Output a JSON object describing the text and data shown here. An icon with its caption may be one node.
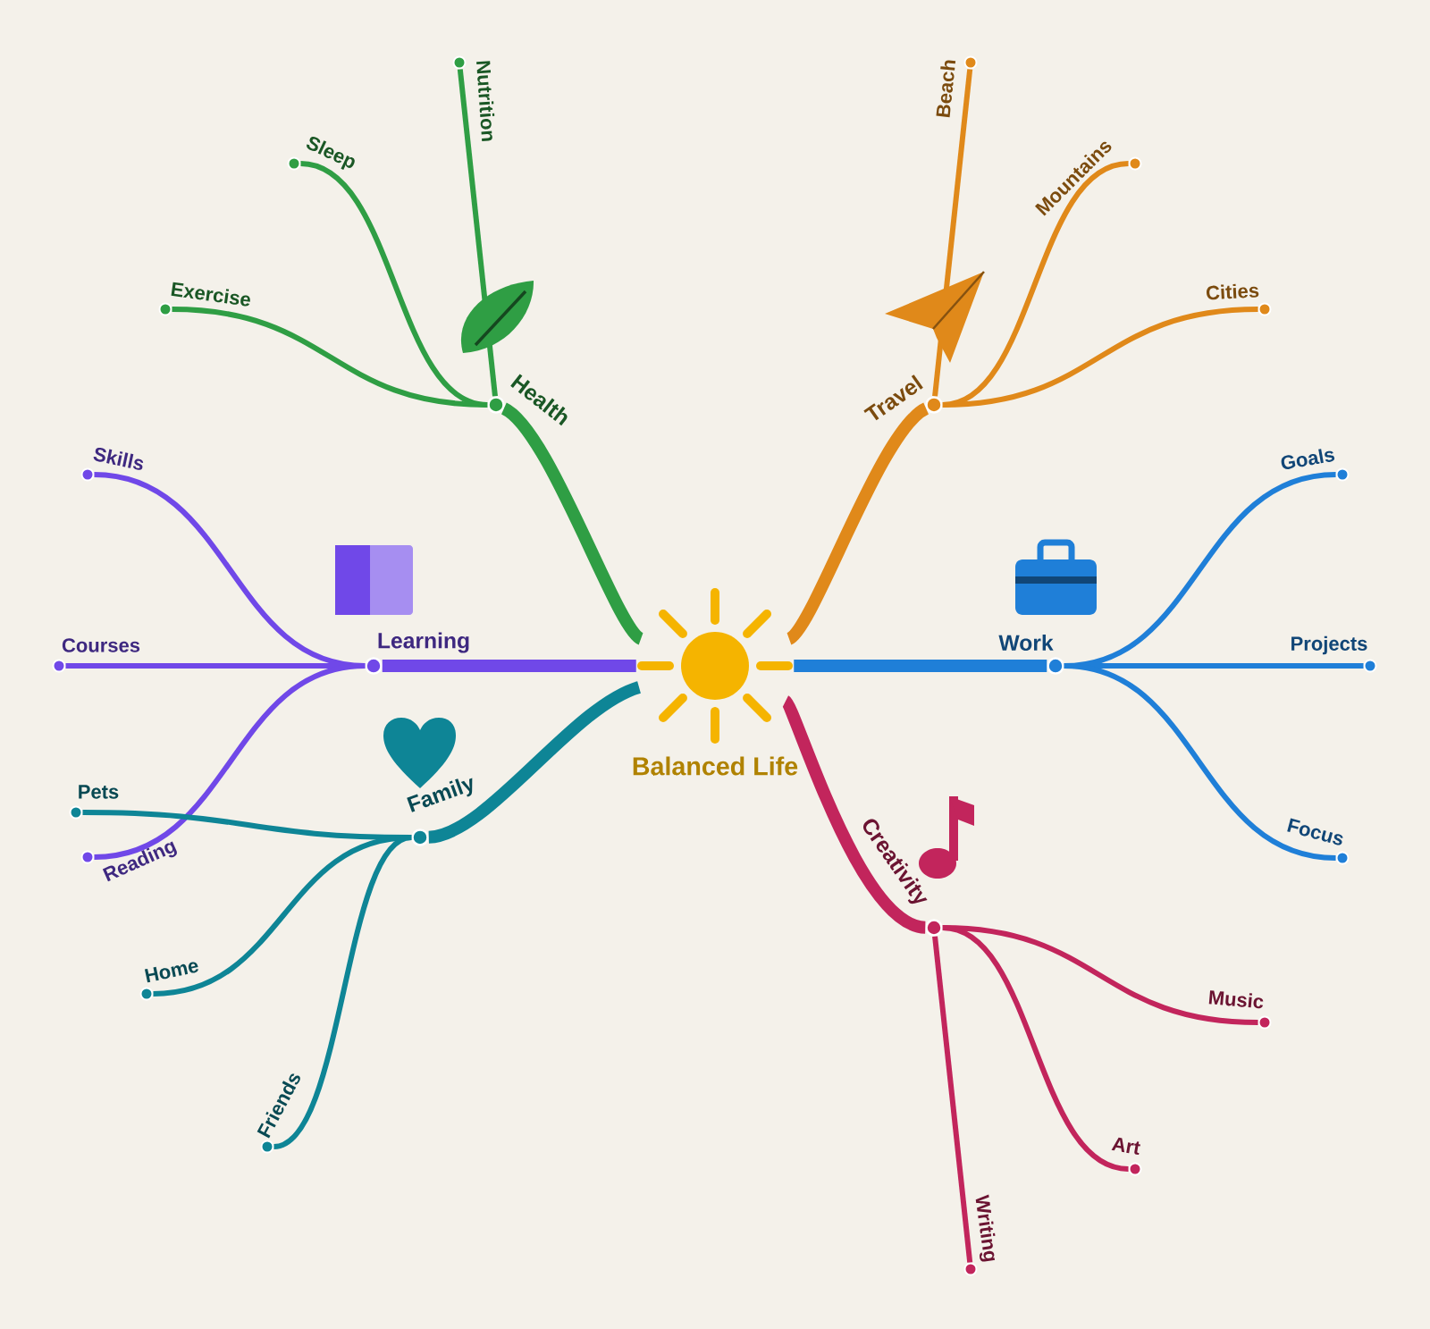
{
  "diagram": {
    "nodes": [
      {
        "text": [
          "Balanced Life"
        ]
      },
      {
        "text": [
          "Health"
        ]
      },
      {
        "text": [
          "Nutrition"
        ]
      },
      {
        "text": [
          "Sleep"
        ]
      },
      {
        "text": [
          "Exercise"
        ]
      },
      {
        "text": [
          "Travel"
        ]
      },
      {
        "text": [
          "Beach"
        ]
      },
      {
        "text": [
          "Mountains"
        ]
      },
      {
        "text": [
          "Cities"
        ]
      },
      {
        "text": [
          "Learning"
        ]
      },
      {
        "text": [
          "Skills"
        ]
      },
      {
        "text": [
          "Courses"
        ]
      },
      {
        "text": [
          "Reading"
        ]
      },
      {
        "text": [
          "Work"
        ]
      },
      {
        "text": [
          "Goals"
        ]
      },
      {
        "text": [
          "Projects"
        ]
      },
      {
        "text": [
          "Focus"
        ]
      },
      {
        "text": [
          "Family"
        ]
      },
      {
        "text": [
          "Pets"
        ]
      },
      {
        "text": [
          "Home"
        ]
      },
      {
        "text": [
          "Friends"
        ]
      },
      {
        "text": [
          "Creativity"
        ]
      },
      {
        "text": [
          "Music"
        ]
      },
      {
        "text": [
          "Art"
        ]
      },
      {
        "text": [
          "Writing"
        ]
      }
    ],
    "edges": [
      {
        "from": 0,
        "to": 1,
        "arrow": "none",
        "style": "thick",
        "color": "#2f9e44"
      },
      {
        "from": 1,
        "to": 2,
        "arrow": "none",
        "color": "#2f9e44"
      },
      {
        "from": 1,
        "to": 3,
        "arrow": "none",
        "color": "#2f9e44"
      },
      {
        "from": 1,
        "to": 4,
        "arrow": "none",
        "color": "#2f9e44"
      },
      {
        "from": 0,
        "to": 5,
        "arrow": "none",
        "style": "thick",
        "color": "#e0891a"
      },
      {
        "from": 5,
        "to": 6,
        "arrow": "none",
        "color": "#e0891a"
      },
      {
        "from": 5,
        "to": 7,
        "arrow": "none",
        "color": "#e0891a"
      },
      {
        "from": 5,
        "to": 8,
        "arrow": "none",
        "color": "#e0891a"
      },
      {
        "from": 0,
        "to": 9,
        "arrow": "none",
        "style": "thick",
        "color": "#7048e8"
      },
      {
        "from": 9,
        "to": 10,
        "arrow": "none",
        "color": "#7048e8"
      },
      {
        "from": 9,
        "to": 11,
        "arrow": "none",
        "color": "#7048e8"
      },
      {
        "from": 9,
        "to": 12,
        "arrow": "none",
        "color": "#7048e8"
      },
      {
        "from": 0,
        "to": 13,
        "arrow": "none",
        "style": "thick",
        "color": "#1f7fd8"
      },
      {
        "from": 13,
        "to": 14,
        "arrow": "none",
        "color": "#1f7fd8"
      },
      {
        "from": 13,
        "to": 15,
        "arrow": "none",
        "color": "#1f7fd8"
      },
      {
        "from": 13,
        "to": 16,
        "arrow": "none",
        "color": "#1f7fd8"
      },
      {
        "from": 0,
        "to": 17,
        "arrow": "none",
        "style": "thick",
        "color": "#0e8596"
      },
      {
        "from": 17,
        "to": 18,
        "arrow": "none",
        "color": "#0e8596"
      },
      {
        "from": 17,
        "to": 19,
        "arrow": "none",
        "color": "#0e8596"
      },
      {
        "from": 17,
        "to": 20,
        "arrow": "none",
        "color": "#0e8596"
      },
      {
        "from": 0,
        "to": 21,
        "arrow": "none",
        "style": "thick",
        "color": "#c2255c"
      },
      {
        "from": 21,
        "to": 22,
        "arrow": "none",
        "color": "#c2255c"
      },
      {
        "from": 21,
        "to": 23,
        "arrow": "none",
        "color": "#c2255c"
      },
      {
        "from": 21,
        "to": 24,
        "arrow": "none",
        "color": "#c2255c"
      }
    ]
  }
}
